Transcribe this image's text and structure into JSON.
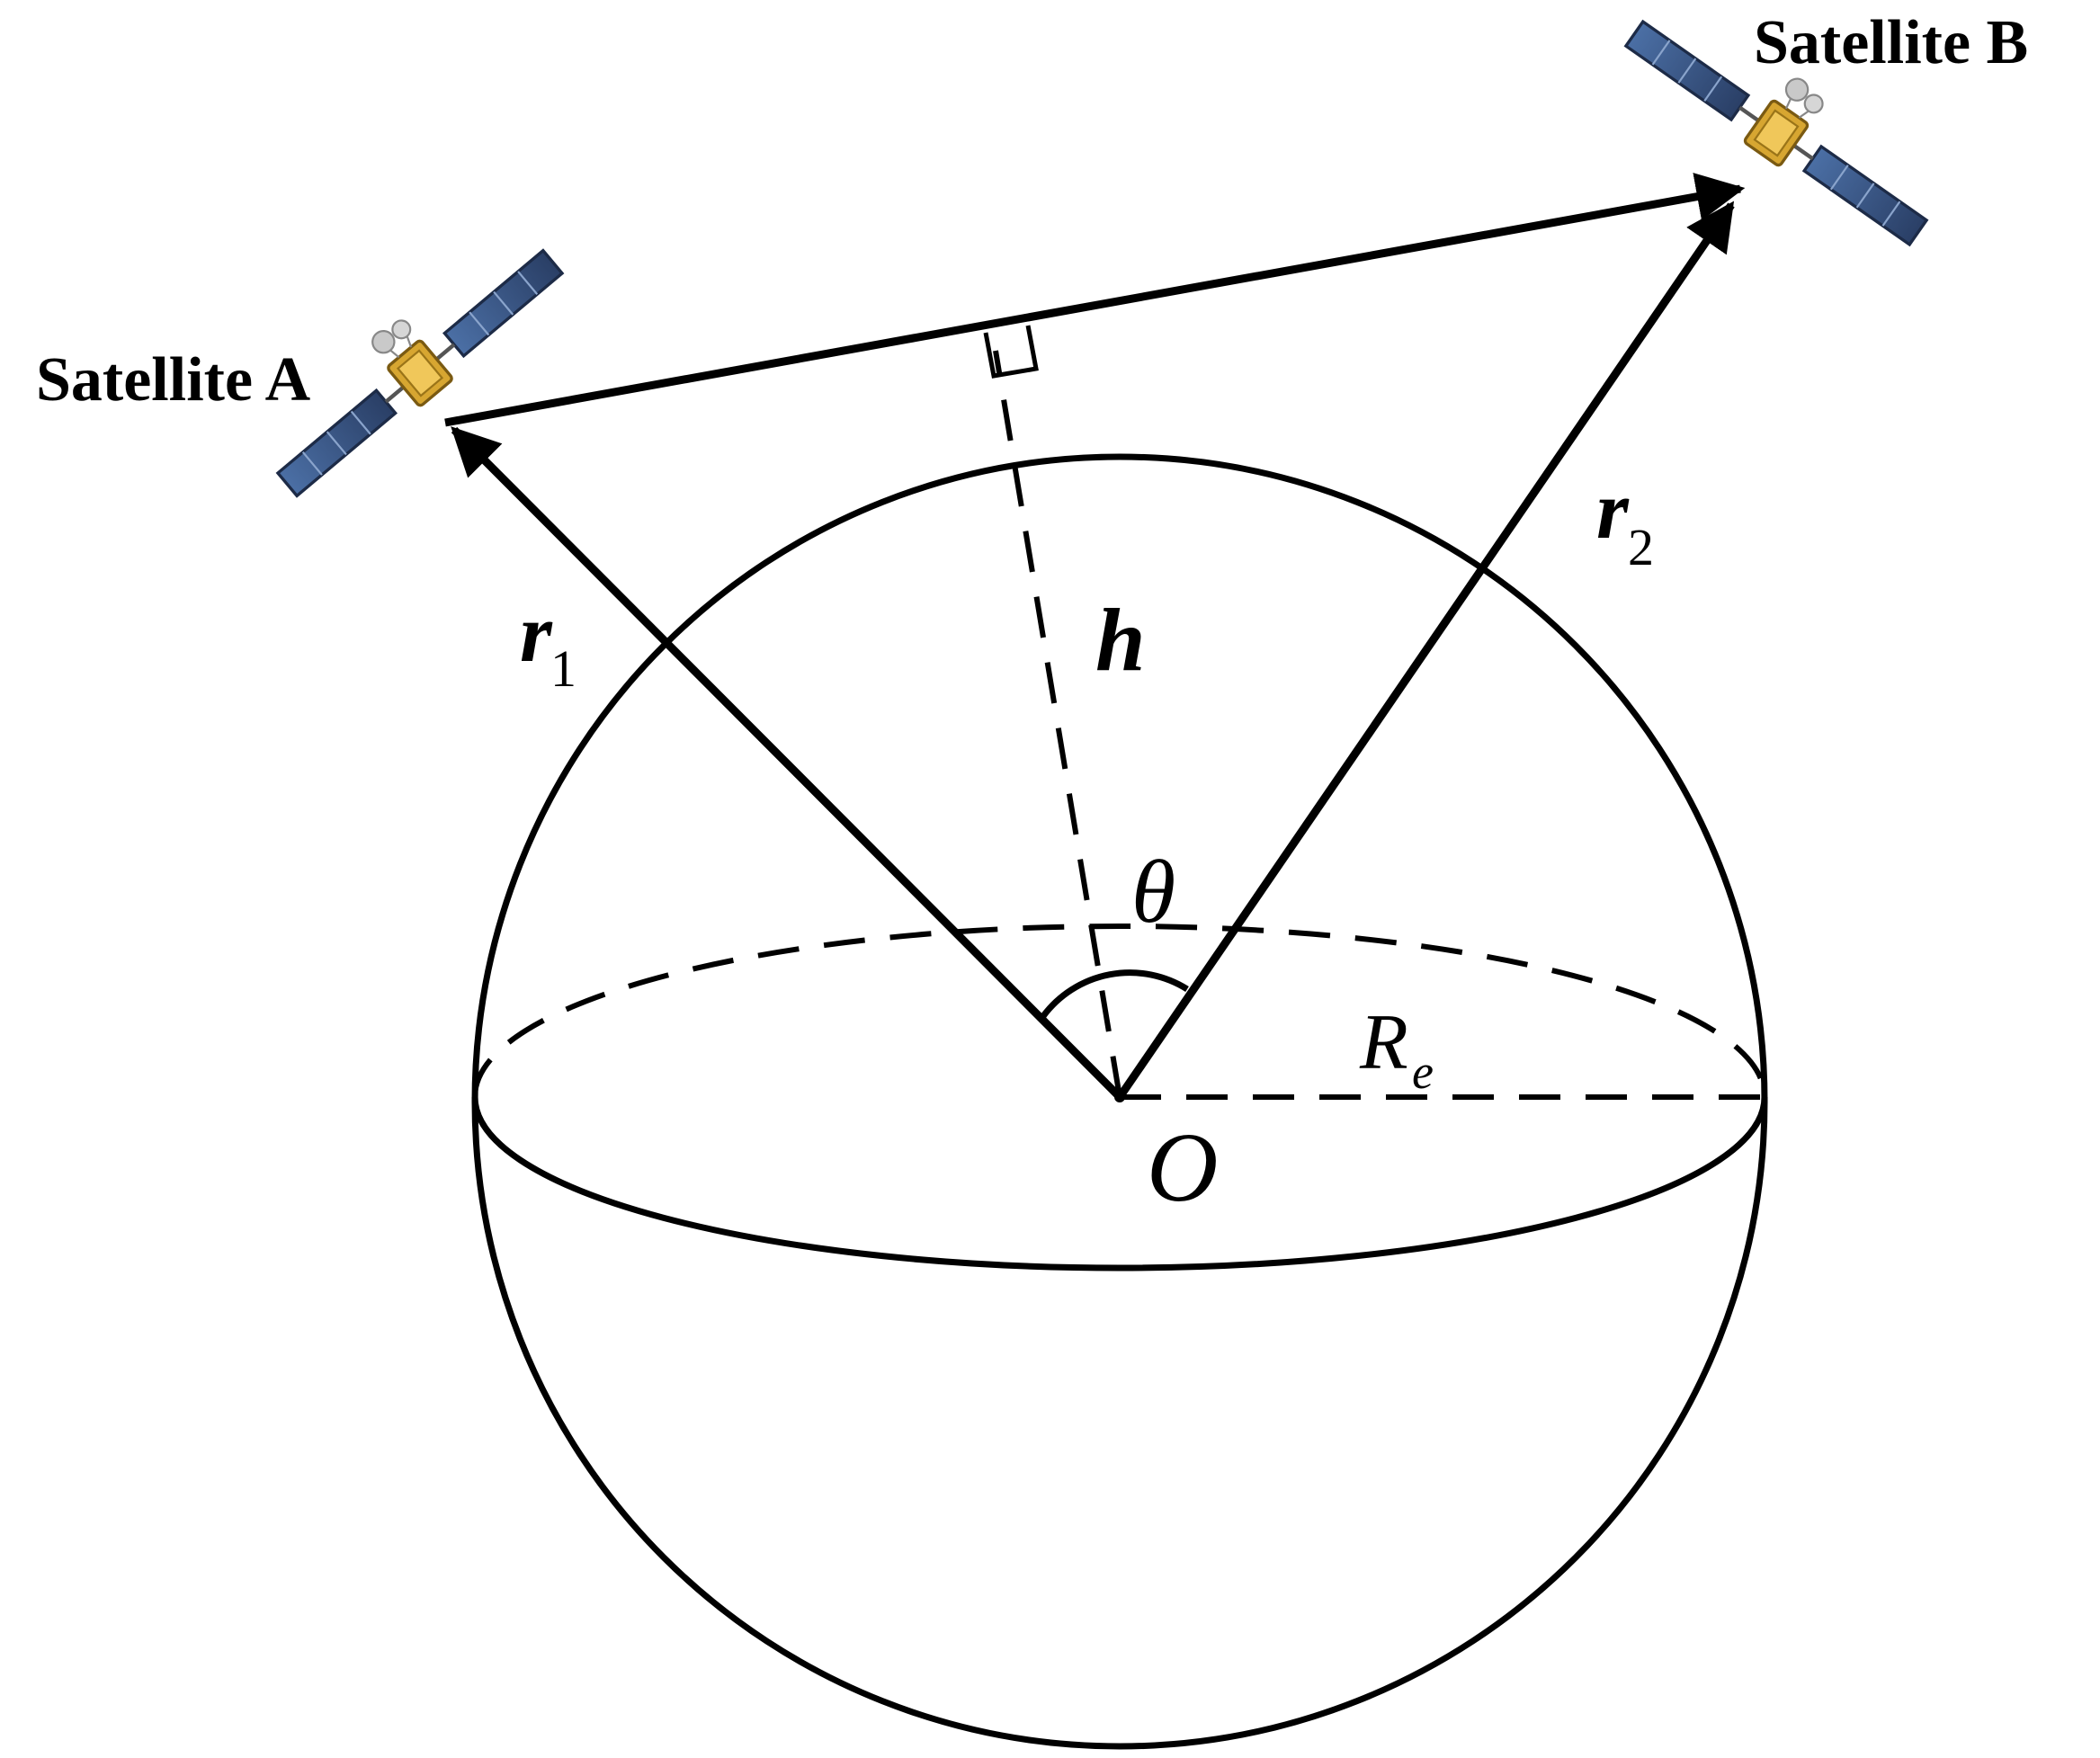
{
  "labels": {
    "satellite_a": "Satellite A",
    "satellite_b": "Satellite B",
    "r1_main": "r",
    "r1_sub": "1",
    "r2_main": "r",
    "r2_sub": "2",
    "h": "h",
    "theta": "θ",
    "re_main": "R",
    "re_sub": "e",
    "origin": "O"
  },
  "icons": {
    "satellite": "satellite-icon"
  },
  "colors": {
    "stroke": "#000000",
    "panel": "#3a5a8c",
    "panel_dark": "#23324f",
    "body_gold": "#d7a631",
    "dish": "#c9c9c9"
  }
}
